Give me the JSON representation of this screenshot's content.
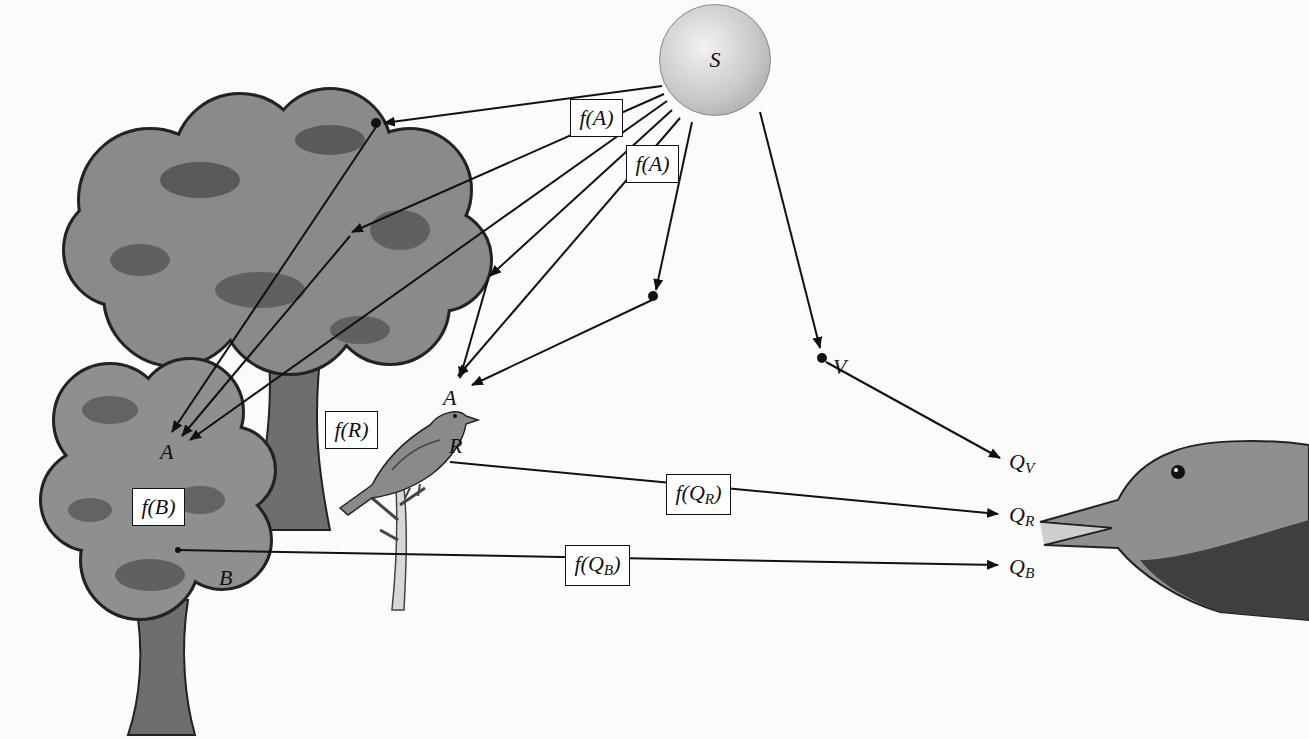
{
  "diagram": {
    "nodes": [
      {
        "text": [
          "S"
        ]
      },
      {
        "text": [
          "f(A)"
        ]
      },
      {
        "text": [
          "f(A)"
        ]
      },
      {
        "text": [
          "f(R)"
        ]
      },
      {
        "text": [
          "f(B)"
        ]
      },
      {
        "text": [
          "f(QR)"
        ]
      },
      {
        "text": [
          "f(QB)"
        ]
      }
    ],
    "labels": [
      "A",
      "A",
      "R",
      "V",
      "QV",
      "QR",
      "B",
      "QB"
    ]
  }
}
